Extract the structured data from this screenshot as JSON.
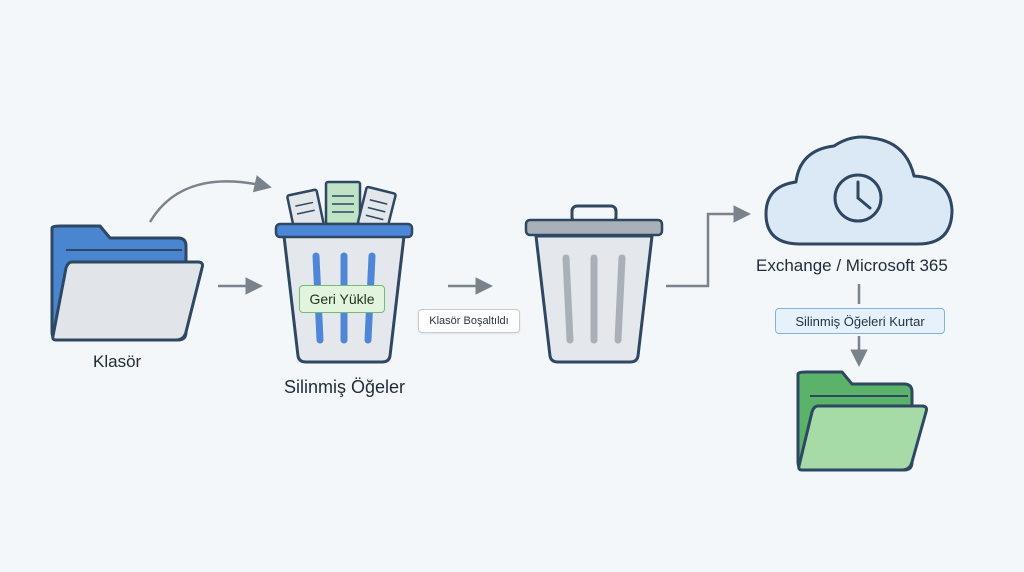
{
  "labels": {
    "folder": "Klasör",
    "deleted_items": "Silinmiş Öğeler",
    "cloud_service": "Exchange / Microsoft 365"
  },
  "tags": {
    "restore": "Geri Yükle",
    "folder_emptied": "Klasör Boşaltıldı",
    "recover_deleted": "Silinmiş Öğeleri Kurtar"
  },
  "colors": {
    "background": "#f3f7fa",
    "outline": "#2e4762",
    "folder_blue": "#4a86cf",
    "folder_green": "#5bb36a",
    "folder_green_front": "#a6dba8",
    "trash_rim_blue": "#4d86d6",
    "trash_body": "#e4e8ec",
    "trash_stripe_blue": "#4f86d8",
    "trash_gray": "#a9b0b7",
    "cloud_fill": "#dbe9f7",
    "arrow": "#7a838c"
  },
  "icons": [
    "folder-icon",
    "trash-full-icon",
    "trash-empty-icon",
    "cloud-clock-icon",
    "folder-green-icon"
  ]
}
